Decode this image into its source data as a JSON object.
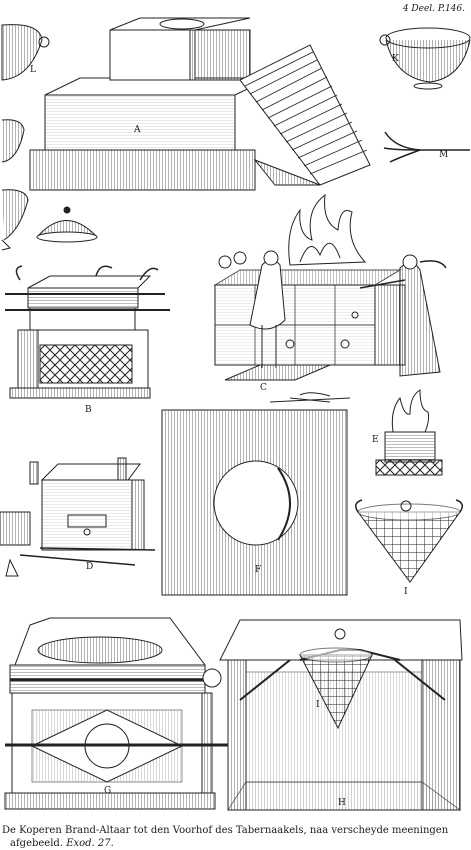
{
  "plate": {
    "page_ref": "4 Deel. P.146.",
    "caption_line1": "De Koperen Brand-Altaar tot den Voorhof des Tabernaakels, naa verscheyde meeningen",
    "caption_line2": "afgebeeld.",
    "caption_ref": "Exod. 27."
  },
  "figures": {
    "A": "A",
    "B": "B",
    "C": "C",
    "D": "D",
    "E": "E",
    "F": "F",
    "G": "G",
    "H": "H",
    "I_small": "I",
    "I_large": "I",
    "K": "K",
    "L": "L",
    "M": "M"
  }
}
